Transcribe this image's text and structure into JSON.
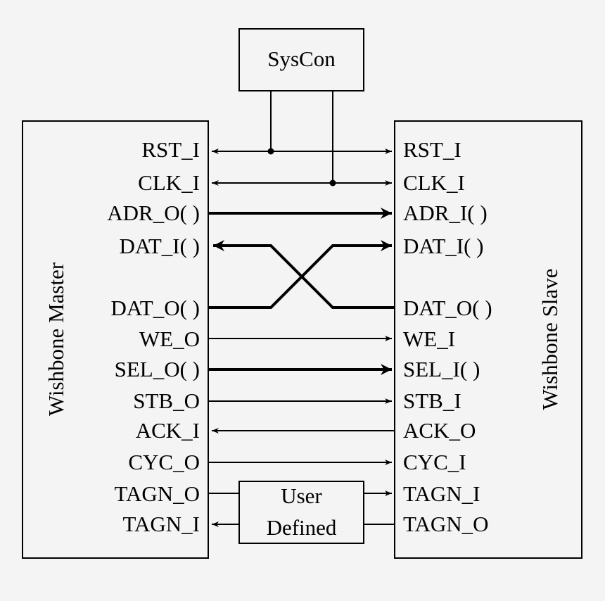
{
  "syscon": {
    "label": "SysCon"
  },
  "master": {
    "title": "Wishbone Master",
    "signals": [
      "RST_I",
      "CLK_I",
      "ADR_O( )",
      "DAT_I( )",
      "DAT_O( )",
      "WE_O",
      "SEL_O( )",
      "STB_O",
      "ACK_I",
      "CYC_O",
      "TAGN_O",
      "TAGN_I"
    ]
  },
  "slave": {
    "title": "Wishbone Slave",
    "signals": [
      "RST_I",
      "CLK_I",
      "ADR_I( )",
      "DAT_I( )",
      "DAT_O( )",
      "WE_I",
      "SEL_I( )",
      "STB_I",
      "ACK_O",
      "CYC_I",
      "TAGN_I",
      "TAGN_O"
    ]
  },
  "user_defined": {
    "line1": "User",
    "line2": "Defined"
  },
  "colors": {
    "background": "#f4f4f4",
    "ink": "#000000"
  }
}
